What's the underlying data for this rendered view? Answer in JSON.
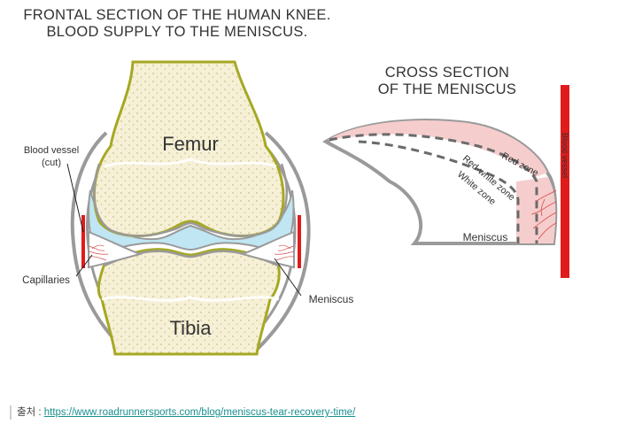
{
  "title": {
    "line1": "FRONTAL SECTION OF THE HUMAN KNEE.",
    "line2": "BLOOD SUPPLY TO THE MENISCUS."
  },
  "knee": {
    "femur": "Femur",
    "tibia": "Tibia",
    "blood_vessel_line1": "Blood vessel",
    "blood_vessel_line2": "(cut)",
    "capillaries": "Capillaries",
    "meniscus": "Meniscus"
  },
  "cross_section": {
    "title_line1": "CROSS SECTION",
    "title_line2": "OF THE MENISCUS",
    "red_zone": "Red zone",
    "red_white_zone": "Red-white zone",
    "white_zone": "White zone",
    "meniscus": "Meniscus",
    "blood_vessel": "Blood vessel"
  },
  "source": {
    "prefix": "출처 : ",
    "url": "https://www.roadrunnersports.com/blog/meniscus-tear-recovery-time/"
  },
  "colors": {
    "bone_fill": "#f6f0d6",
    "bone_outline": "#a6a823",
    "cartilage": "#bfe6f2",
    "gray_outline": "#9a9a9a",
    "vessel_red": "#e11b1b",
    "red_zone_fill": "#f6cdcd"
  }
}
